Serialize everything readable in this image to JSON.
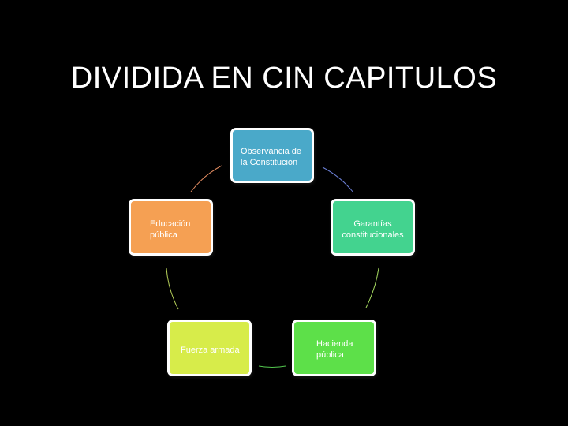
{
  "title": "DIVIDIDA EN CIN CAPITULOS",
  "nodes": [
    {
      "line1": "Observancia de",
      "line2": "la Constitución",
      "color": "#4aa9c9"
    },
    {
      "line1": "Garantías",
      "line2": "constitucionales",
      "color": "#43d38f"
    },
    {
      "line1": "Hacienda",
      "line2": "pública",
      "color": "#5de049"
    },
    {
      "line1": "Fuerza armada",
      "line2": "",
      "color": "#d7ec4a"
    },
    {
      "line1": "Educación",
      "line2": "pública",
      "color": "#f5a053"
    }
  ],
  "connectors": [
    "#6b7fd4",
    "#a4d85f",
    "#53c84f",
    "#b8d25a",
    "#e08a5f"
  ]
}
